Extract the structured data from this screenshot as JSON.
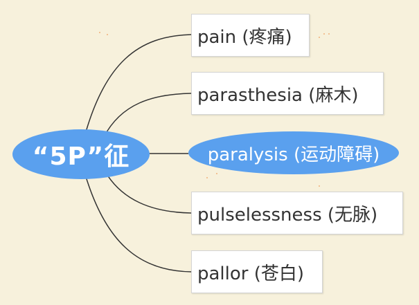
{
  "center": {
    "label": "“5P”征"
  },
  "leaves": [
    {
      "label": "pain (疼痛)",
      "highlighted": false
    },
    {
      "label": "parasthesia (麻木)",
      "highlighted": false
    },
    {
      "label": "paralysis (运动障碍)",
      "highlighted": true
    },
    {
      "label": "pulselessness (无脉)",
      "highlighted": false
    },
    {
      "label": "pallor (苍白)",
      "highlighted": false
    }
  ],
  "colors": {
    "background": "#f7f1dc",
    "node_fill": "#5aa0ee",
    "node_text": "#ffffff",
    "leaf_fill": "#ffffff",
    "leaf_border": "#d4d4d4",
    "leaf_text": "#333333",
    "connector": "#333333"
  }
}
